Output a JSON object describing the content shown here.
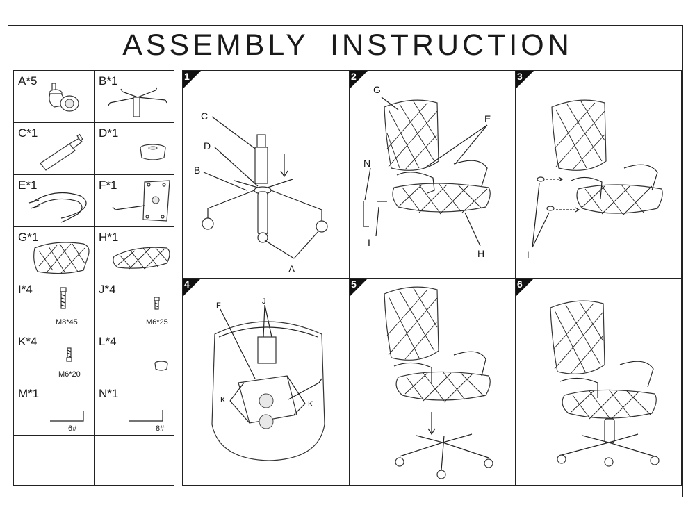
{
  "title": "ASSEMBLY INSTRUCTION",
  "parts": [
    {
      "label": "A*5"
    },
    {
      "label": "B*1"
    },
    {
      "label": "C*1"
    },
    {
      "label": "D*1"
    },
    {
      "label": "E*1"
    },
    {
      "label": "F*1"
    },
    {
      "label": "G*1"
    },
    {
      "label": "H*1"
    },
    {
      "label": "I*4",
      "caption": "M8*45"
    },
    {
      "label": "J*4",
      "caption": "M6*25"
    },
    {
      "label": "K*4",
      "caption": "M6*20"
    },
    {
      "label": "L*4"
    },
    {
      "label": "M*1",
      "caption": "6#"
    },
    {
      "label": "N*1",
      "caption": "8#"
    }
  ],
  "steps": [
    {
      "number": "1",
      "callouts": [
        "C",
        "D",
        "B",
        "A"
      ]
    },
    {
      "number": "2",
      "callouts": [
        "G",
        "E",
        "N",
        "I",
        "H"
      ]
    },
    {
      "number": "3",
      "callouts": [
        "L"
      ]
    },
    {
      "number": "4",
      "callouts": [
        "F",
        "J",
        "K",
        "K"
      ]
    },
    {
      "number": "5",
      "callouts": []
    },
    {
      "number": "6",
      "callouts": []
    }
  ]
}
